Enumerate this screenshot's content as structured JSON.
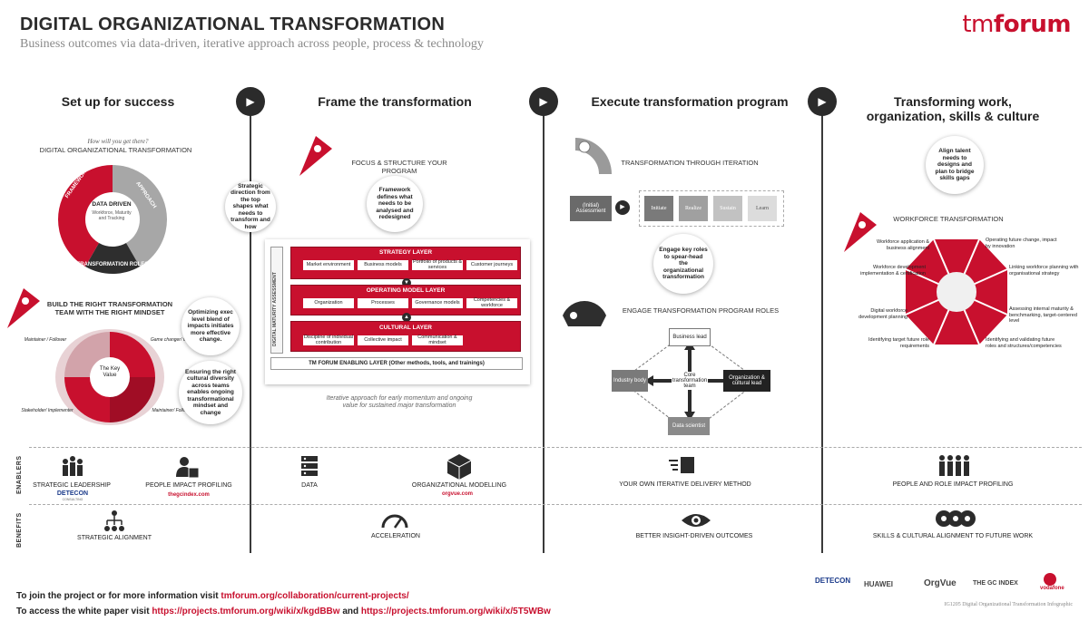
{
  "header": {
    "title": "DIGITAL ORGANIZATIONAL TRANSFORMATION",
    "subtitle": "Business outcomes via data-driven, iterative approach across people, process & technology",
    "logo_tm": "tm",
    "logo_forum": "forum"
  },
  "columns": {
    "c1": "Set up for success",
    "c2": "Frame the transformation",
    "c3": "Execute transformation program",
    "c4_line1": "Transforming work,",
    "c4_line2": "organization, skills & culture"
  },
  "col1": {
    "ring_question": "How will you get there?",
    "ring_title": "DIGITAL ORGANIZATIONAL TRANSFORMATION",
    "ring_center": "DATA DRIVEN",
    "ring_center_sub": "Workforce, Maturity and Tracking",
    "seg_framework": "FRAMEWORK",
    "seg_approach": "APPROACH",
    "seg_roles": "TRANSFORMATION ROLES",
    "build_title_1": "BUILD THE RIGHT TRANSFORMATION",
    "build_title_2": "TEAM WITH THE RIGHT MINDSET",
    "bubble_strategic": "Strategic direction from the top shapes what needs to transform and how",
    "bubble_optimizing": "Optimizing exec level blend of impacts initiates more effective change.",
    "bubble_ensuring": "Ensuring the right cultural diversity across teams enables ongoing transformational mindset and change",
    "key_value": "The Key Value",
    "q_top_left": "Maintainer / Follower",
    "q_top_right": "Game changer/ Initiator",
    "q_bot_left": "Stakeholder/ Implementer",
    "q_bot_right": "Maintainer/ Follower"
  },
  "col2": {
    "focus": "FOCUS & STRUCTURE YOUR PROGRAM",
    "bubble_framework": "Framework defines what needs to be analysed and redesigned",
    "maturity": "DIGITAL MATURITY ASSESSMENT",
    "strategy_layer": "STRATEGY LAYER",
    "strategy_items": [
      "Market environment",
      "Business models",
      "Portfolio of products & services",
      "Customer journeys"
    ],
    "operating_layer": "OPERATING MODEL LAYER",
    "operating_items": [
      "Organization",
      "Processes",
      "Governance models",
      "Competencies & workforce"
    ],
    "cultural_layer": "CULTURAL LAYER",
    "cultural_items": [
      "Discipline of individual contribution",
      "Collective impact",
      "Communication & mindset"
    ],
    "enabling": "TM FORUM ENABLING LAYER (Other methods, tools, and trainings)",
    "iter_1": "Iterative approach for early momentum and ongoing",
    "iter_2": "value for sustained major transformation"
  },
  "col3": {
    "iteration_title": "TRANSFORMATION THROUGH ITERATION",
    "initial": "(Initial) Assessment",
    "stages": [
      "Initiate",
      "Realize",
      "Sustain",
      "Learn"
    ],
    "bubble_engage": "Engage key roles to spear-head the organizational transformation",
    "engage_title": "ENGAGE TRANSFORMATION PROGRAM ROLES",
    "role_top": "Business lead",
    "role_left": "Industry body",
    "role_center": "Core transformation team",
    "role_right": "Organization & cultural lead",
    "role_bottom": "Data scientist"
  },
  "col4": {
    "bubble_align": "Align talent needs to designs and plan to bridge skills gaps",
    "workforce_title": "WORKFORCE TRANSFORMATION",
    "left_labels": [
      "Workforce application & business alignment",
      "Workforce development implementation & certification",
      "Digital workforce development planning",
      "Identifying target future role requirements"
    ],
    "right_labels": [
      "Operating future change, impact by innovation",
      "Linking workforce planning with organisational strategy",
      "Assessing internal maturity & benchmarking, target-centered level",
      "Identifying and validating future roles and structures/competencies"
    ]
  },
  "enablers": {
    "side_enablers": "ENABLERS",
    "side_benefits": "BENEFITS",
    "strategic_leadership": "STRATEGIC LEADERSHIP",
    "detecon": "DETECON",
    "detecon_sub": "CONSULTING",
    "people_impact": "PEOPLE IMPACT PROFILING",
    "gcindex": "thegcindex.com",
    "data": "DATA",
    "org_modelling": "ORGANIZATIONAL MODELLING",
    "orgvue": "orgvue.com",
    "iterative": "YOUR OWN ITERATIVE DELIVERY METHOD",
    "people_role": "PEOPLE AND ROLE IMPACT PROFILING"
  },
  "benefits": {
    "strategic_alignment": "STRATEGIC ALIGNMENT",
    "acceleration": "ACCELERATION",
    "insight": "BETTER INSIGHT-DRIVEN OUTCOMES",
    "skills": "SKILLS & CULTURAL ALIGNMENT TO FUTURE WORK"
  },
  "footer": {
    "join_text": "To join the project or for more information visit ",
    "join_link": "tmforum.org/collaboration/current-projects/",
    "wp_text": "To access the white paper visit ",
    "wp_link1": "https://projects.tmforum.org/wiki/x/kgdBBw",
    "wp_and": " and ",
    "wp_link2": "https://projects.tmforum.org/wiki/x/5T5WBw",
    "partners": [
      "DETECON",
      "HUAWEI",
      "OrgVue",
      "THE GC INDEX",
      "vodafone"
    ],
    "copyright": "IG1205 Digital Organizational Transformation Infographic"
  },
  "colors": {
    "accent": "#c8102e",
    "dark": "#2b2b2b",
    "gray": "#8a8a8a"
  }
}
